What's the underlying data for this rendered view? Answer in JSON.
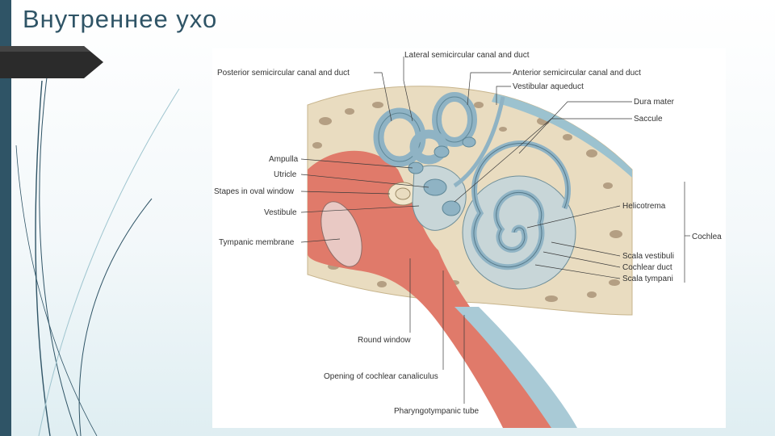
{
  "slide": {
    "title": "Внутреннее ухо"
  },
  "diagram": {
    "labels": {
      "lateral_canal": "Lateral semicircular canal and duct",
      "posterior_canal": "Posterior semicircular canal and duct",
      "anterior_canal": "Anterior semicircular canal and duct",
      "vestibular_aqueduct": "Vestibular aqueduct",
      "dura_mater": "Dura mater",
      "saccule": "Saccule",
      "ampulla": "Ampulla",
      "utricle": "Utricle",
      "stapes": "Stapes in oval window",
      "vestibule": "Vestibule",
      "helicotrema": "Helicotrema",
      "cochlea": "Cochlea",
      "tympanic_membrane": "Tympanic membrane",
      "scala_vestibuli": "Scala vestibuli",
      "cochlear_duct": "Cochlear duct",
      "scala_tympani": "Scala tympani",
      "round_window": "Round window",
      "cochlear_canaliculus": "Opening of cochlear canaliculus",
      "pharyngotympanic_tube": "Pharyngotympanic tube"
    }
  },
  "colors": {
    "accent": "#2f5466",
    "bone": "#e9dcc0",
    "perilymph": "#c8d6d8",
    "endolymph": "#8fb3c4",
    "tissue": "#e07a6a"
  }
}
